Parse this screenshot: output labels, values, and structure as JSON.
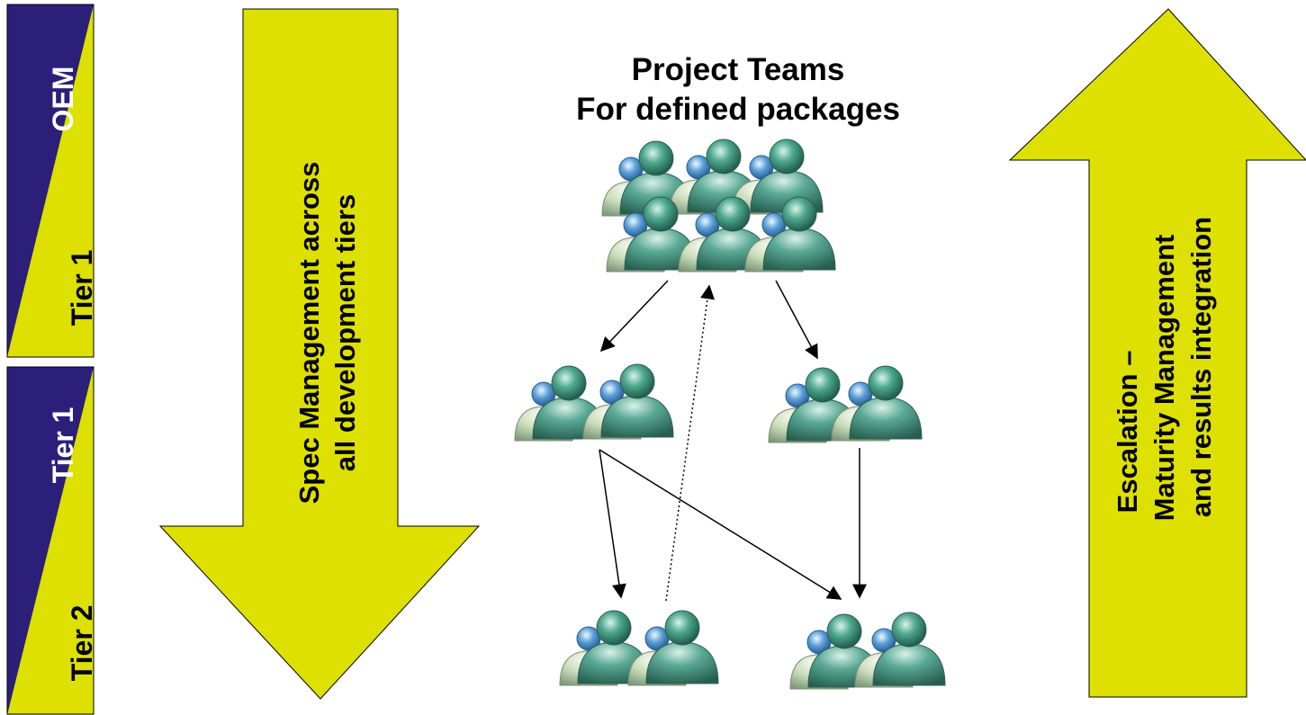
{
  "colors": {
    "yellow": "#dde000",
    "navy": "#2b1f7a",
    "white": "#ffffff",
    "black": "#000000"
  },
  "tier_bars": [
    {
      "top_label": "OEM",
      "bottom_label": "Tier 1"
    },
    {
      "top_label": "Tier 1",
      "bottom_label": "Tier 2"
    }
  ],
  "down_arrow": {
    "line1": "Spec Management across",
    "line2": "all development tiers"
  },
  "up_arrow": {
    "line1": "Escalation –",
    "line2": "Maturity Management",
    "line3": "and results integration"
  },
  "title": {
    "line1": "Project Teams",
    "line2": "For defined packages"
  },
  "icons": {
    "team_group": "people-group-icon",
    "person": "person-icon"
  }
}
